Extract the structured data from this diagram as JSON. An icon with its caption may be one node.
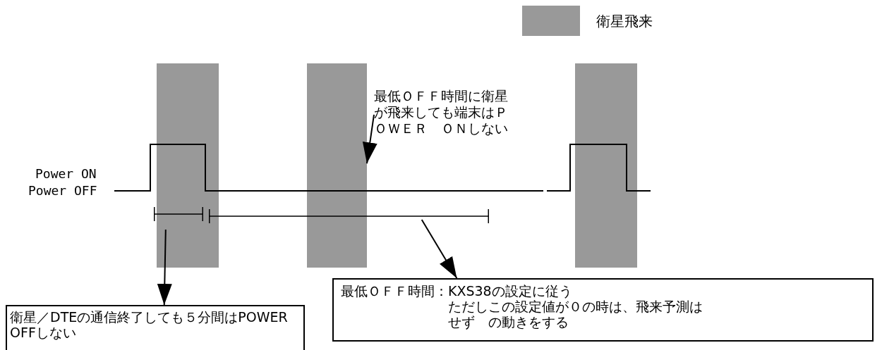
{
  "diagram": {
    "nodes": [
      {
        "text": [],
        "shape": "bar"
      },
      {
        "text": [],
        "shape": "bar"
      },
      {
        "text": [],
        "shape": "bar"
      },
      {
        "text": [
          "最低ＯＦＦ時間に衛星が飛来しても端末はＰＯＷＥＲ　ＯＮしない"
        ]
      },
      {
        "text": [
          "衛星／DTEの通信終了しても５分間はPOWER OFFしない"
        ]
      },
      {
        "text": [
          "最低ＯＦＦ時間：",
          "KXS38の設定に従う",
          "ただしこの設定値が０の時は、飛来予測はせず　の動きをする"
        ]
      },
      {
        "text": [],
        "shape": "bracket",
        "in": 0
      },
      {
        "text": [],
        "shape": "bracket"
      }
    ],
    "edges": [
      {
        "from": 3,
        "to": 1,
        "arrow": "to"
      },
      {
        "from": 6,
        "to": 4,
        "arrow": "to"
      },
      {
        "from": 7,
        "to": 5,
        "arrow": "to"
      }
    ],
    "labels": [
      "Power ON",
      "Power OFF"
    ],
    "legend": [
      {
        "text": "衛星飛来",
        "color": "#999999"
      }
    ]
  }
}
